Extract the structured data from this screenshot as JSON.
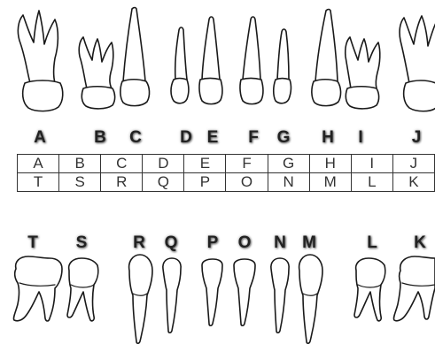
{
  "upper_labels": [
    "A",
    "B",
    "C",
    "D",
    "E",
    "F",
    "G",
    "H",
    "I",
    "J"
  ],
  "lower_labels": [
    "T",
    "S",
    "R",
    "Q",
    "P",
    "O",
    "N",
    "M",
    "L",
    "K"
  ],
  "table": {
    "rows": [
      [
        "A",
        "B",
        "C",
        "D",
        "E",
        "F",
        "G",
        "H",
        "I",
        "J"
      ],
      [
        "T",
        "S",
        "R",
        "Q",
        "P",
        "O",
        "N",
        "M",
        "L",
        "K"
      ]
    ]
  }
}
